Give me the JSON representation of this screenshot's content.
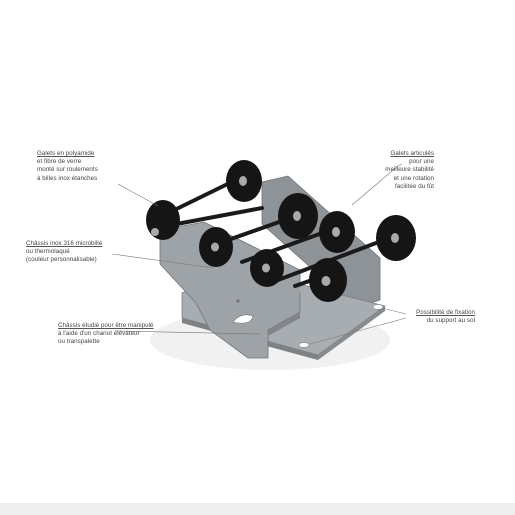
{
  "annotations": {
    "galets_polyamide": [
      "Galets en polyamide",
      "et fibre de verre",
      "monté sur roulements",
      "à billes inox étanches"
    ],
    "galets_articules": [
      "Galets articulés",
      "pour une",
      "meilleure stabilité",
      "et une rotation",
      "facilitée du fût"
    ],
    "chassis_inox": [
      "Châssis inox 316 microbillé",
      "ou thermolaqué",
      "(couleur personnalisable)"
    ],
    "chassis_etudie": [
      "Châssis étudié pour être manipulé",
      "à l'aide d'un chariot élévateur",
      "ou transpalette"
    ],
    "fixation": [
      "Possibilité de fixation",
      "du support au sol"
    ]
  },
  "colors": {
    "chassis": "#9ea3a8",
    "chassis_dark": "#7d8287",
    "wheel": "#151515",
    "hub": "#a9a9a9",
    "leader_line": "#777777"
  }
}
